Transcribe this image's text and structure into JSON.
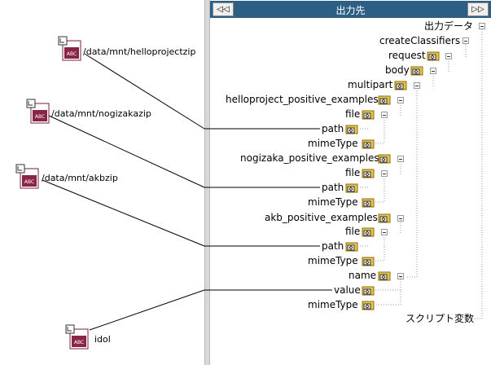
{
  "header": {
    "title": "出力先",
    "prev_label": "◁◁",
    "next_label": "▷▷"
  },
  "sources": [
    {
      "label": "/data/mnt/helloprojectzip"
    },
    {
      "label": "/data/mnt/nogizakazip"
    },
    {
      "label": "/data/mnt/akbzip"
    },
    {
      "label": "idol"
    }
  ],
  "tree": {
    "root": "出力データ",
    "createClassifiers": "createClassifiers",
    "request": "request",
    "body": "body",
    "multipart": "multipart",
    "hp_examples": "helloproject_positive_examples",
    "hp_file": "file",
    "hp_path": "path",
    "hp_mime": "mimeType",
    "ng_examples": "nogizaka_positive_examples",
    "ng_file": "file",
    "ng_path": "path",
    "ng_mime": "mimeType",
    "akb_examples": "akb_positive_examples",
    "akb_file": "file",
    "akb_path": "path",
    "akb_mime": "mimeType",
    "name": "name",
    "value": "value",
    "name_mime": "mimeType",
    "script_vars": "スクリプト変数"
  }
}
